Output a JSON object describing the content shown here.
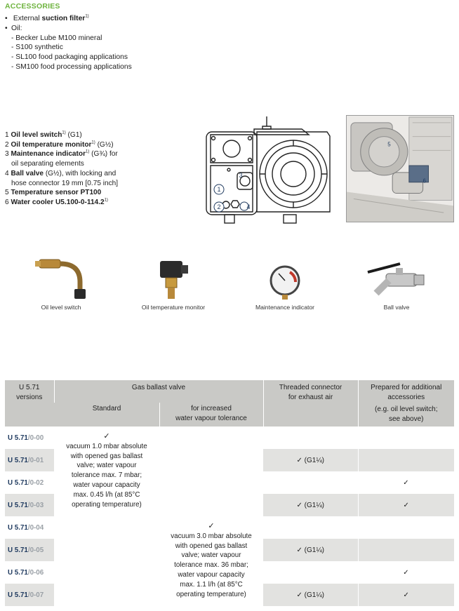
{
  "heading": "ACCESSORIES",
  "top_list": {
    "item1_pre": "External",
    "item1_bold": "suction filter",
    "item1_sup": "1)",
    "item2": "Oil:",
    "oils": [
      "Becker Lube M100 mineral",
      "S100 synthetic",
      "SL100 food packaging applications",
      "SM100 food processing applications"
    ]
  },
  "numbered_list": [
    {
      "num": "1",
      "bold": "Oil level switch",
      "sup": "1)",
      "rest": " (G1)"
    },
    {
      "num": "2",
      "bold": "Oil temperature monitor",
      "sup": "1)",
      "rest": " (G½)"
    },
    {
      "num": "3",
      "bold": "Maintenance indicator",
      "sup": "1)",
      "rest": " (G¾) for",
      "cont": "oil separating elements"
    },
    {
      "num": "4",
      "bold": "Ball valve",
      "sup": "",
      "rest": " (G½), with locking and",
      "cont": "hose connector 19 mm [0.75 inch]"
    },
    {
      "num": "5",
      "bold": "Temperature sensor PT100",
      "sup": "",
      "rest": ""
    },
    {
      "num": "6",
      "bold": "Water cooler U5.100-0-114.2",
      "sup": "1)",
      "rest": ""
    }
  ],
  "diagram_callouts": [
    "1",
    "2",
    "3",
    "4"
  ],
  "photo_callouts": [
    "5",
    "6"
  ],
  "accessory_captions": [
    "Oil level switch",
    "Oil temperature monitor",
    "Maintenance indicator",
    "Ball valve"
  ],
  "table": {
    "h_versions": [
      "U 5.71",
      "versions"
    ],
    "h_gas_ballast": "Gas ballast valve",
    "h_standard": "Standard",
    "h_increased": [
      "for increased",
      "water vapour tolerance"
    ],
    "h_threaded": [
      "Threaded connector",
      "for exhaust air"
    ],
    "h_prepared": [
      "Prepared for additional",
      "accessories",
      "(e.g. oil level switch;",
      "see above)"
    ],
    "rows": [
      {
        "base": "U 5.71",
        "suffix": "/0-00",
        "threaded": "",
        "prepared": ""
      },
      {
        "base": "U 5.71",
        "suffix": "/0-01",
        "threaded": "✓ (G1¼)",
        "prepared": ""
      },
      {
        "base": "U 5.71",
        "suffix": "/0-02",
        "threaded": "",
        "prepared": "✓"
      },
      {
        "base": "U 5.71",
        "suffix": "/0-03",
        "threaded": "✓ (G1¼)",
        "prepared": "✓"
      },
      {
        "base": "U 5.71",
        "suffix": "/0-04",
        "threaded": "",
        "prepared": ""
      },
      {
        "base": "U 5.71",
        "suffix": "/0-05",
        "threaded": "✓ (G1¼)",
        "prepared": ""
      },
      {
        "base": "U 5.71",
        "suffix": "/0-06",
        "threaded": "",
        "prepared": "✓"
      },
      {
        "base": "U 5.71",
        "suffix": "/0-07",
        "threaded": "✓ (G1¼)",
        "prepared": "✓"
      }
    ],
    "standard_block": [
      "✓",
      "vacuum 1.0 mbar absolute",
      "with opened gas ballast",
      "valve; water vapour",
      "tolerance max. 7 mbar;",
      "water vapour capacity",
      "max. 0.45 l/h (at 85°C",
      "operating temperature)"
    ],
    "increased_block": [
      "✓",
      "vacuum 3.0 mbar absolute",
      "with opened gas ballast",
      "valve; water vapour",
      "tolerance max. 36 mbar;",
      "water vapour capacity",
      "max. 1.1 l/h (at 85°C",
      "operating temperature)"
    ]
  }
}
